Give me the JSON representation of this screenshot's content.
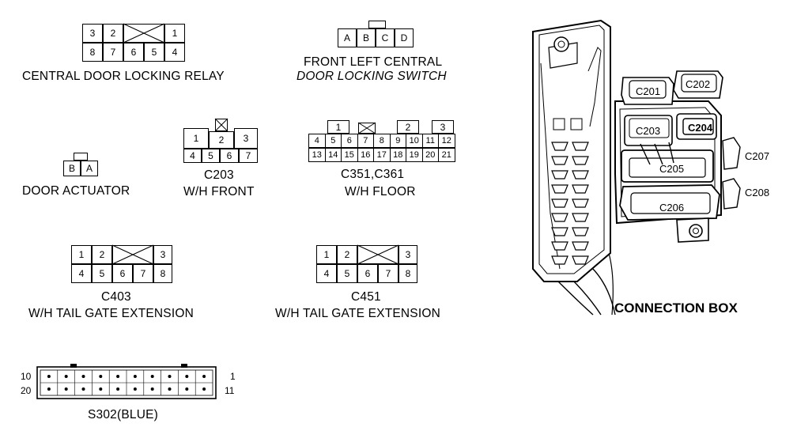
{
  "connectors": {
    "central_relay": {
      "label": "CENTRAL DOOR LOCKING RELAY",
      "top_row": [
        "3",
        "2",
        "1"
      ],
      "bottom_row": [
        "8",
        "7",
        "6",
        "5",
        "4"
      ]
    },
    "front_left_switch": {
      "label_line1": "FRONT LEFT CENTRAL",
      "label_line2": "DOOR LOCKING SWITCH",
      "pins": [
        "A",
        "B",
        "C",
        "D"
      ]
    },
    "door_actuator": {
      "label": "DOOR ACTUATOR",
      "pins": [
        "B",
        "A"
      ]
    },
    "c203": {
      "label_line1": "C203",
      "label_line2": "W/H FRONT",
      "top_row": [
        "1",
        "2",
        "3"
      ],
      "bottom_row": [
        "4",
        "5",
        "6",
        "7"
      ]
    },
    "c351": {
      "label_line1": "C351,C361",
      "label_line2": "W/H FLOOR",
      "top_row": [
        "1",
        "2",
        "3"
      ],
      "mid_row": [
        "4",
        "5",
        "6",
        "7",
        "8",
        "9",
        "10",
        "11",
        "12"
      ],
      "bottom_row": [
        "13",
        "14",
        "15",
        "16",
        "17",
        "18",
        "19",
        "20",
        "21"
      ]
    },
    "c403": {
      "label_line1": "C403",
      "label_line2": "W/H TAIL GATE EXTENSION",
      "top_row": [
        "1",
        "2",
        "3"
      ],
      "bottom_row": [
        "4",
        "5",
        "6",
        "7",
        "8"
      ]
    },
    "c451": {
      "label_line1": "C451",
      "label_line2": "W/H TAIL GATE EXTENSION",
      "top_row": [
        "1",
        "2",
        "3"
      ],
      "bottom_row": [
        "4",
        "5",
        "6",
        "7",
        "8"
      ]
    },
    "s302": {
      "label": "S302(BLUE)",
      "left_top": "10",
      "left_bottom": "20",
      "right_top": "1",
      "right_bottom": "11"
    }
  },
  "connection_box": {
    "title": "CONNECTION BOX",
    "c201": "C201",
    "c202": "C202",
    "c203": "C203",
    "c204": "C204",
    "c205": "C205",
    "c206": "C206",
    "c207": "C207",
    "c208": "C208"
  }
}
